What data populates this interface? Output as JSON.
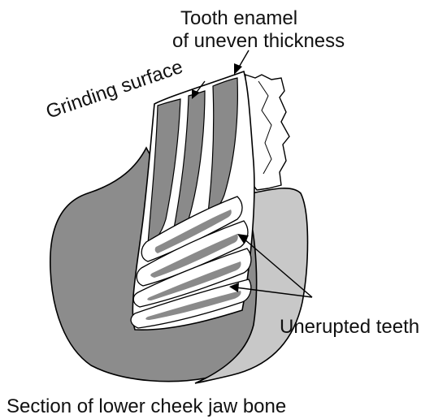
{
  "labels": {
    "enamel_line1": "Tooth enamel",
    "enamel_line2": "of uneven thickness",
    "grinding": "Grinding surface",
    "unerupted": "Unerupted teeth",
    "caption": "Section of lower cheek jaw bone"
  },
  "colors": {
    "jaw_bone": "#8c8c8c",
    "jaw_side": "#c8c8c8",
    "dentine": "#8a8a8a",
    "enamel": "#ffffff",
    "outline": "#000000"
  }
}
